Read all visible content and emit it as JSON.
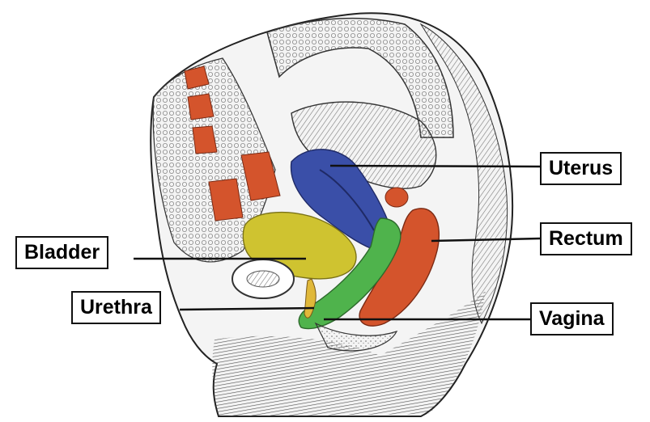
{
  "diagram": {
    "labels": {
      "uterus": "Uterus",
      "rectum": "Rectum",
      "bladder": "Bladder",
      "urethra": "Urethra",
      "vagina": "Vagina"
    },
    "colors": {
      "uterus": "#3a4fa8",
      "bladder": "#cfc330",
      "vagina": "#4fb34c",
      "urethra": "#e0b83a",
      "rectum": "#d4542c",
      "bone": "#d4542c",
      "line": "#111111",
      "engraving": "#6e6e6e"
    }
  }
}
